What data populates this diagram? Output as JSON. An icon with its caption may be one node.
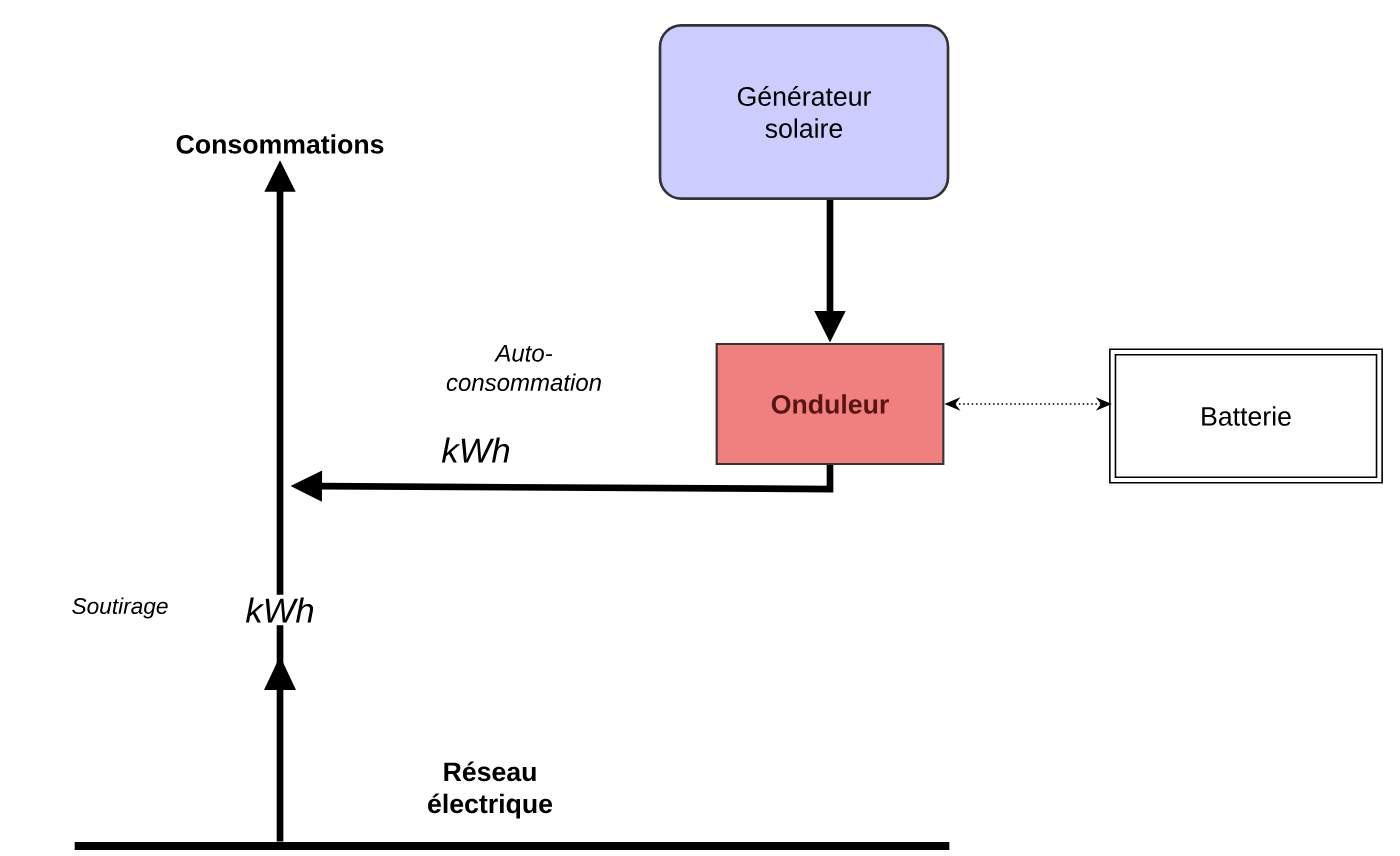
{
  "diagram": {
    "nodes": [
      {
        "text": [
          "Générateur solaire"
        ]
      },
      {
        "text": [
          "Onduleur"
        ]
      },
      {
        "text": [
          "Batterie"
        ]
      },
      {
        "text": [
          "Consommations"
        ]
      },
      {
        "text": [],
        "shape": "bar",
        "beside": [
          "Réseau électrique"
        ]
      }
    ],
    "edges": [
      {
        "from": 0,
        "to": 1,
        "arrow": "to"
      },
      {
        "from": 4,
        "to": 3,
        "arrow": "to",
        "label": "kWh"
      },
      {
        "from": 1,
        "to": null,
        "arrow": "to",
        "label": "Auto-consommation"
      },
      {
        "from": 1,
        "to": 2,
        "arrow": "both",
        "style": "dashed"
      }
    ],
    "labels": [
      "kWh",
      "Soutirage"
    ]
  }
}
